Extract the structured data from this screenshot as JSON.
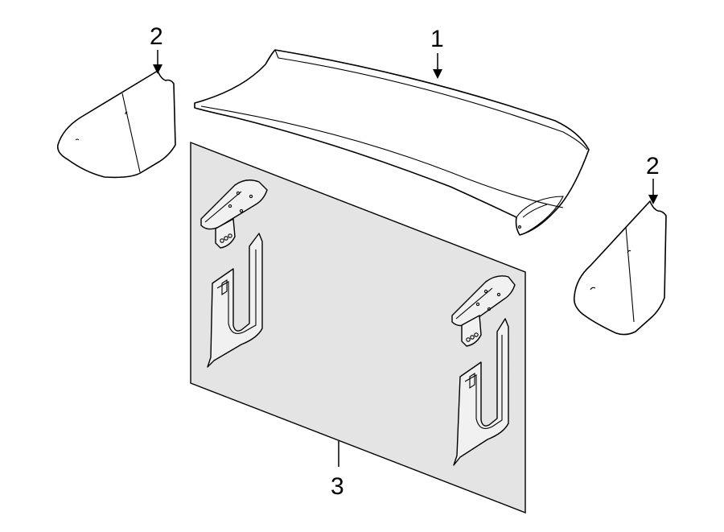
{
  "callouts": {
    "spoiler": "1",
    "end_cap_left": "2",
    "end_cap_right": "2",
    "mounting_kit": "3"
  },
  "colors": {
    "line": "#000000",
    "background": "#ffffff",
    "kit_panel": "#e4e4e4"
  }
}
